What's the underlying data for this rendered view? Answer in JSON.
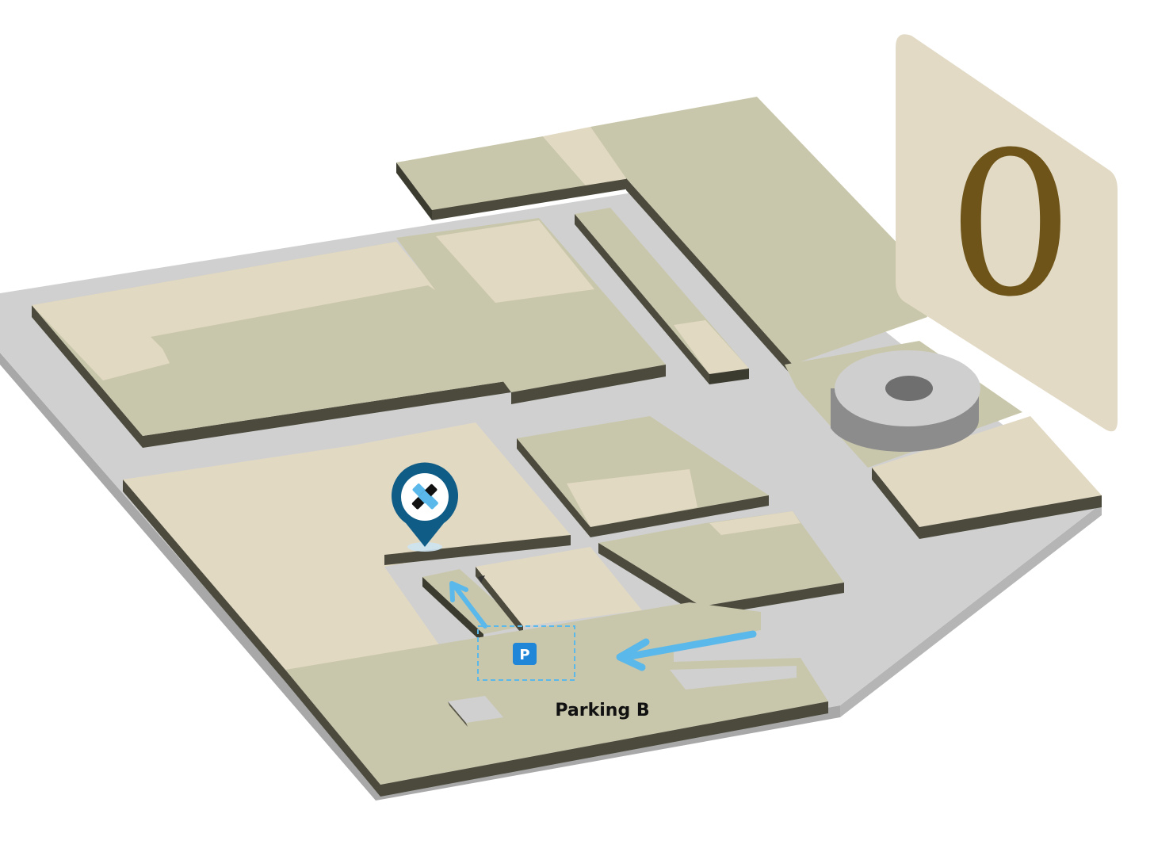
{
  "map": {
    "floor_label": "0",
    "parking_label": "Parking B",
    "parking_sign": "P",
    "marker_icon": "crossed-tools-pin-icon",
    "colors": {
      "ground": "#d0d0d0",
      "ground_edge": "#a8a8a8",
      "building": "#c9c7ab",
      "building_light": "#e2d9c3",
      "building_side": "#4b4a3c",
      "floor_card": "#e2dac5",
      "floor_digit": "#6e5418",
      "route_arrow": "#5bb8ea",
      "marker": "#0f5c86",
      "parking_sign": "#1f86d8"
    }
  }
}
